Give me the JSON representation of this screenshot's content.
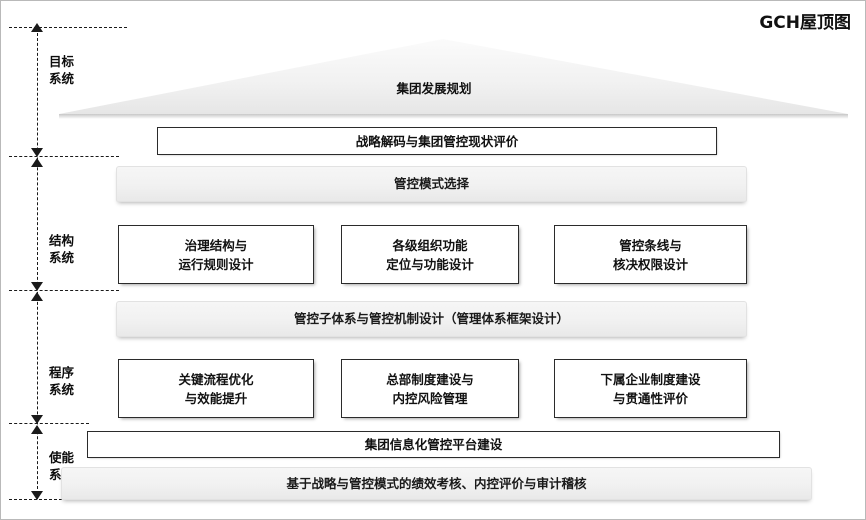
{
  "title": "GCH屋顶图",
  "axis": {
    "sections": [
      {
        "id": "goal",
        "label": "目标\n系统",
        "line1": "目标",
        "line2": "系统"
      },
      {
        "id": "structure",
        "label": "结构\n系统",
        "line1": "结构",
        "line2": "系统"
      },
      {
        "id": "process",
        "label": "程序\n系统",
        "line1": "程序",
        "line2": "系统"
      },
      {
        "id": "enable",
        "label": "使能\n系统",
        "line1": "使能",
        "line2": "系统"
      }
    ]
  },
  "roof": {
    "label": "集团发展规划"
  },
  "goal_system": {
    "strategy_box": "战略解码与集团管控现状评价"
  },
  "structure_system": {
    "header_bar": "管控模式选择",
    "boxes": [
      {
        "line1": "治理结构与",
        "line2": "运行规则设计"
      },
      {
        "line1": "各级组织功能",
        "line2": "定位与功能设计"
      },
      {
        "line1": "管控条线与",
        "line2": "核决权限设计"
      }
    ]
  },
  "process_system": {
    "header_bar": "管控子体系与管控机制设计（管理体系框架设计）",
    "boxes": [
      {
        "line1": "关键流程优化",
        "line2": "与效能提升"
      },
      {
        "line1": "总部制度建设与",
        "line2": "内控风险管理"
      },
      {
        "line1": "下属企业制度建设",
        "line2": "与贯通性评价"
      }
    ]
  },
  "enable_system": {
    "platform_box": "集团信息化管控平台建设",
    "footer_bar": "基于战略与管控模式的绩效考核、内控评价与审计稽核"
  },
  "colors": {
    "bar_gray_top": "#f6f6f6",
    "bar_gray_bottom": "#e9e9e9",
    "box_border": "#2b2b2b",
    "text": "#111111",
    "roof_fill": "#efefef"
  }
}
